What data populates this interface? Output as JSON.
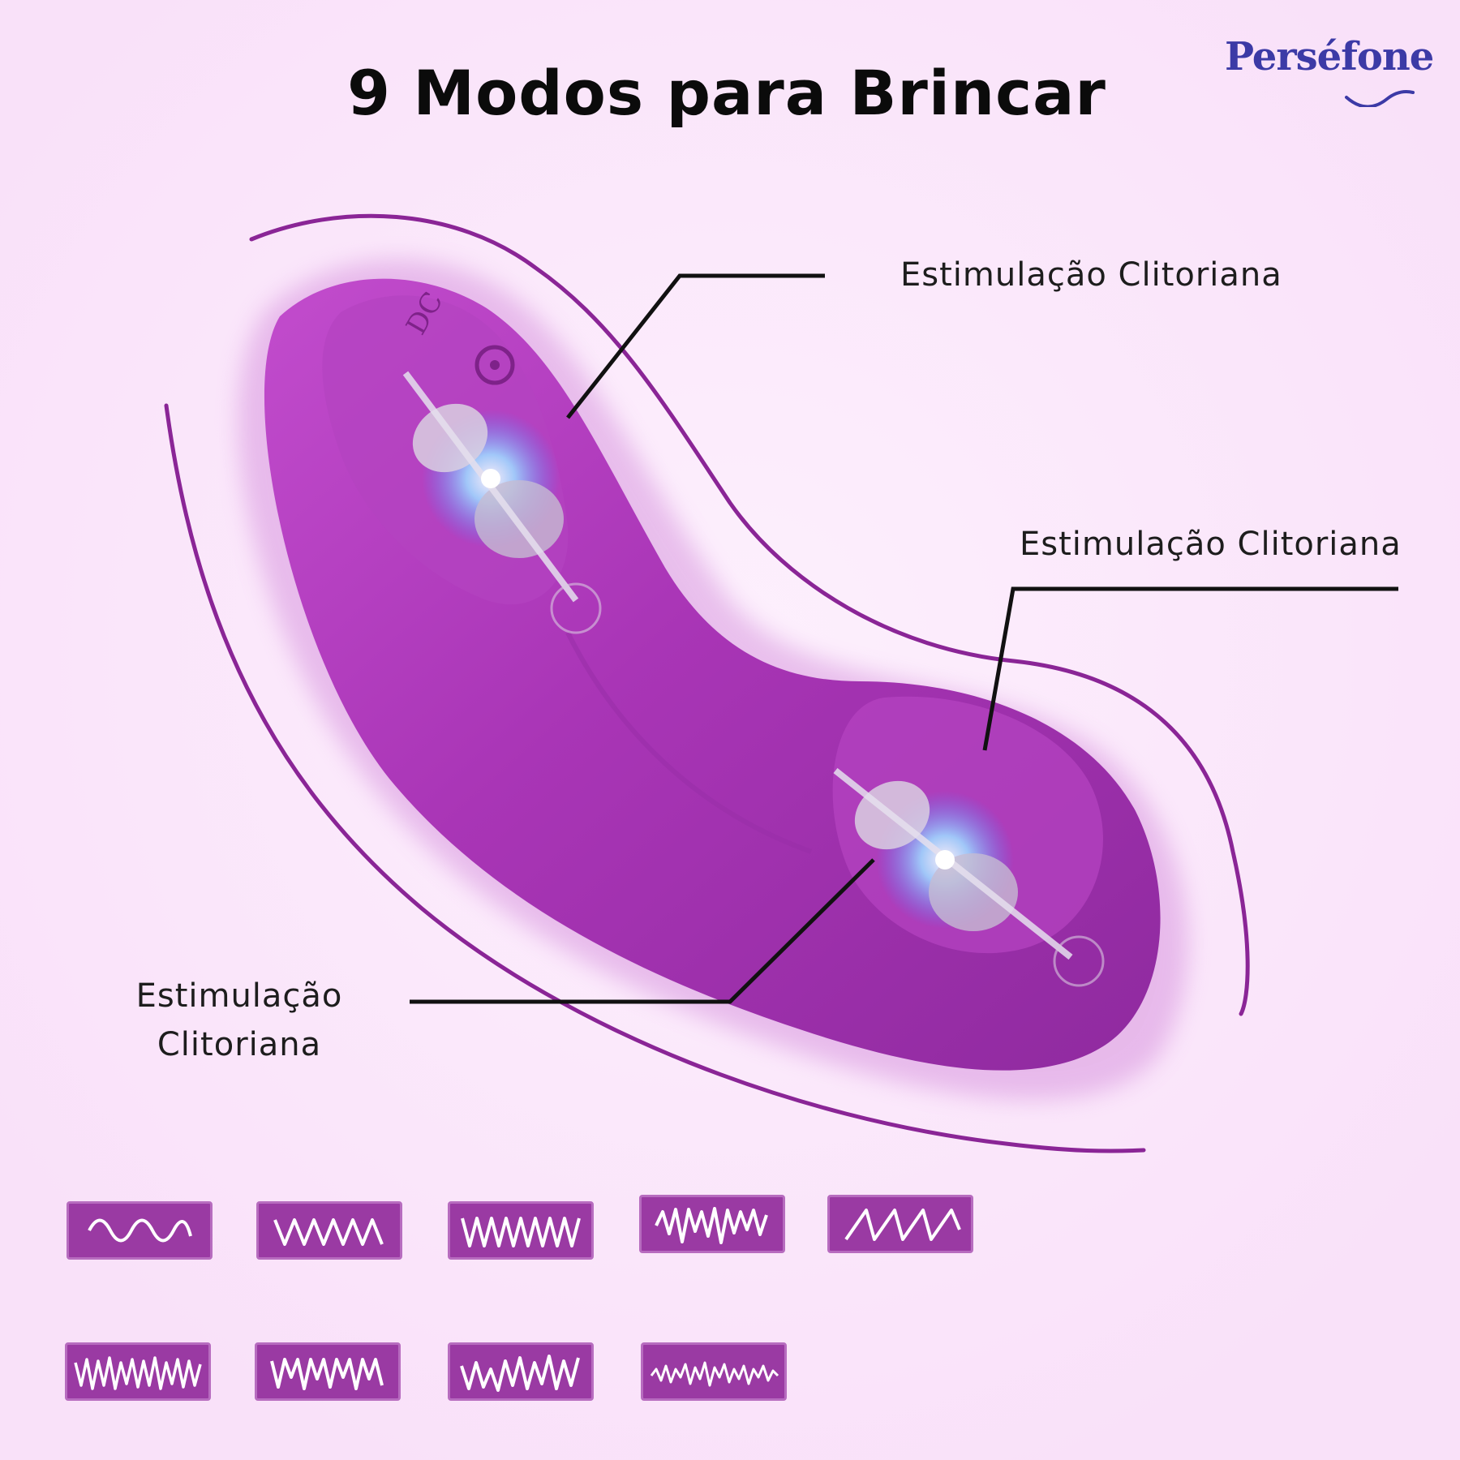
{
  "header": {
    "title": "9 Modos para Brincar",
    "brand": "Perséfone"
  },
  "annotations": {
    "top_right": "Estimulação Clitoriana",
    "right": "Estimulação Clitoriana",
    "left_line1": "Estimulação",
    "left_line2": "Clitoriana"
  },
  "vibration_modes": {
    "count": 9,
    "patterns": [
      "wave-slow",
      "wave-medium",
      "wave-fast",
      "pulse-burst",
      "sawtooth",
      "wave-dense",
      "pulse-double",
      "wave-rising",
      "zigzag-fine"
    ]
  },
  "colors": {
    "background": "#fbe6fb",
    "product": "#a93ab5",
    "product_dark": "#8a2596",
    "outline": "#8a2596",
    "tile": "#9a3aa3",
    "brand": "#3c3aa6"
  }
}
